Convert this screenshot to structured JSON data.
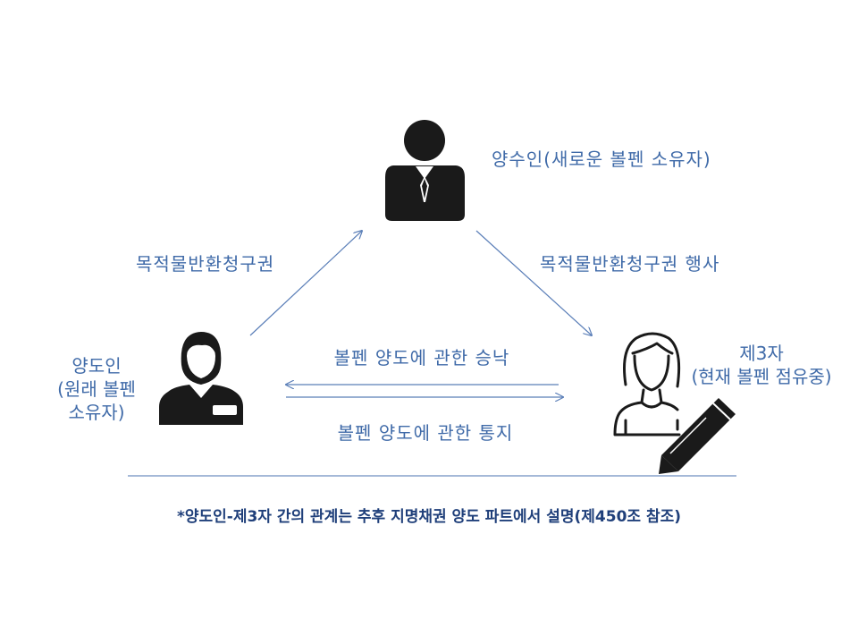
{
  "nodes": {
    "transferee": {
      "label": "양수인(새로운 볼펜 소유자)",
      "icon": "businessman-icon"
    },
    "transferor": {
      "lines": [
        "양도인",
        "(원래 볼펜",
        "소유자)"
      ],
      "icon": "clerk-icon"
    },
    "third_party": {
      "lines": [
        "제3자",
        "(현재 볼펜 점유중)"
      ],
      "icon": "woman-icon",
      "extra_icon": "pencil-icon"
    }
  },
  "edges": {
    "left_label": "목적물반환청구권",
    "right_label": "목적물반환청구권 행사",
    "consent_label": "볼펜 양도에 관한 승낙",
    "notice_label": "볼펜 양도에 관한 통지"
  },
  "footnote": "*양도인-제3자 간의 관계는 추후 지명채권 양도 파트에서 설명(제450조 참조)",
  "colors": {
    "label": "#3f6aa8",
    "arrow": "#5b7fb8",
    "footnote": "#1f3f7a",
    "icon": "#1a1a1a"
  }
}
